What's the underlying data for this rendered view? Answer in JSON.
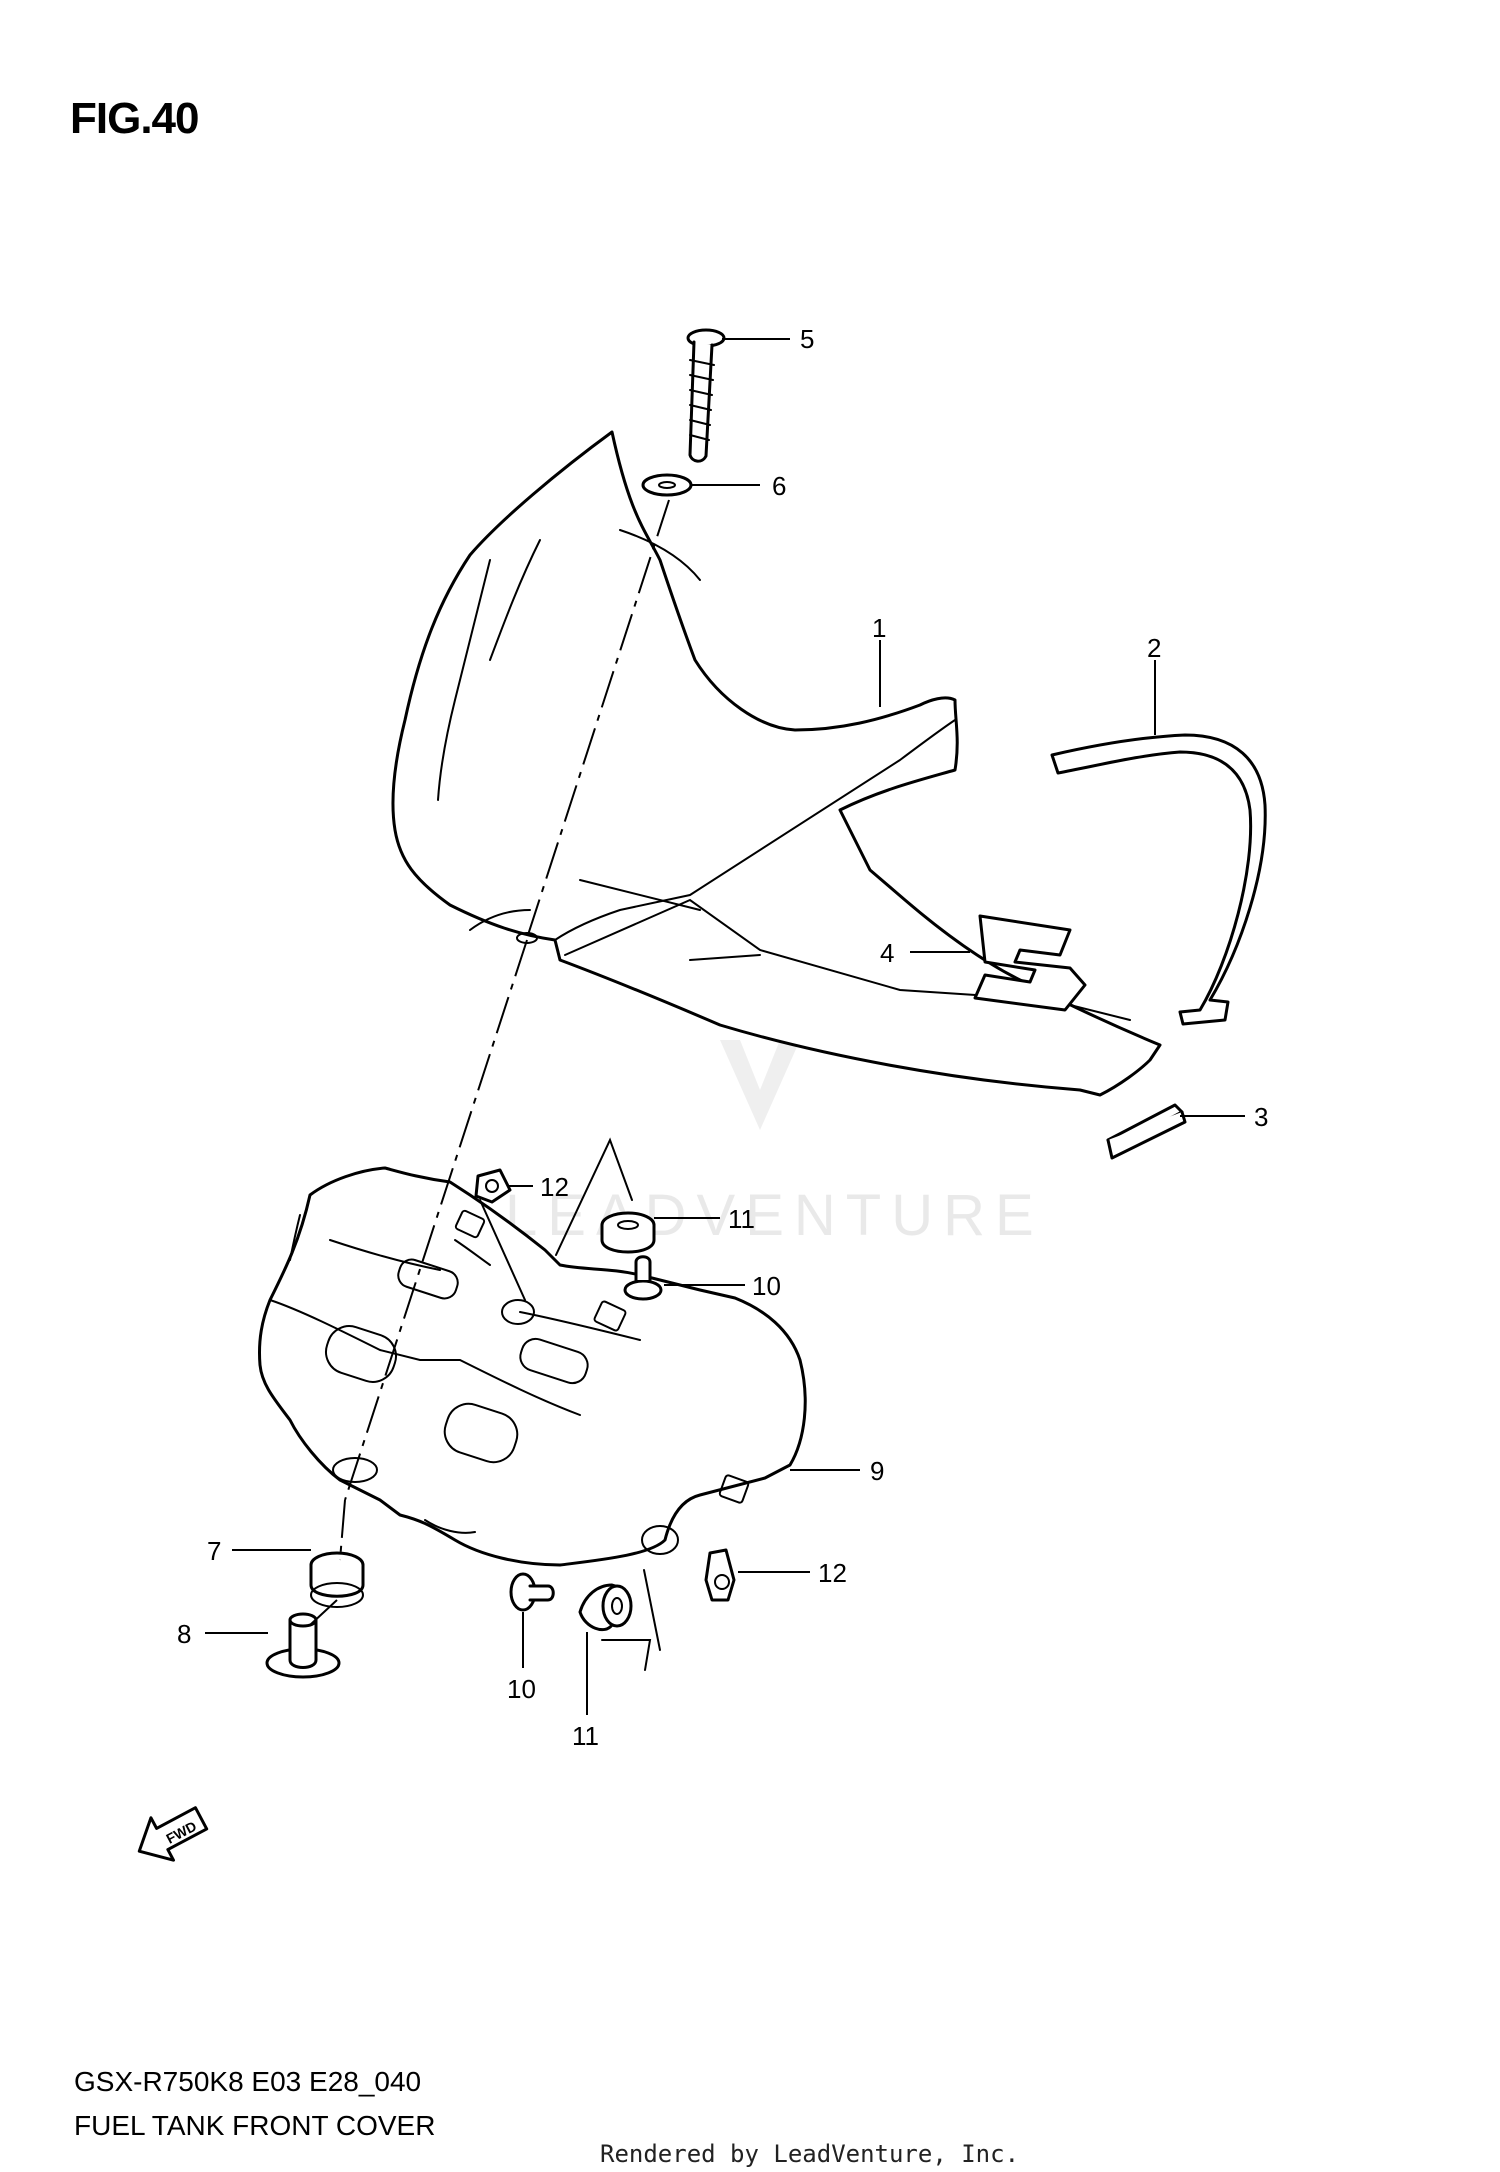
{
  "figure": {
    "title": "FIG.40",
    "model_code": "GSX-R750K8 E03 E28_040",
    "assembly_name": "FUEL TANK FRONT COVER",
    "render_credit": "Rendered by LeadVenture, Inc.",
    "watermark": "LEADVENTURE",
    "fwd_label": "FWD"
  },
  "callouts": [
    {
      "id": "c1",
      "label": "1"
    },
    {
      "id": "c2",
      "label": "2"
    },
    {
      "id": "c3",
      "label": "3"
    },
    {
      "id": "c4",
      "label": "4"
    },
    {
      "id": "c5",
      "label": "5"
    },
    {
      "id": "c6",
      "label": "6"
    },
    {
      "id": "c7",
      "label": "7"
    },
    {
      "id": "c8",
      "label": "8"
    },
    {
      "id": "c9",
      "label": "9"
    },
    {
      "id": "c10a",
      "label": "10"
    },
    {
      "id": "c10b",
      "label": "10"
    },
    {
      "id": "c11a",
      "label": "11"
    },
    {
      "id": "c11b",
      "label": "11"
    },
    {
      "id": "c12a",
      "label": "12"
    },
    {
      "id": "c12b",
      "label": "12"
    }
  ]
}
